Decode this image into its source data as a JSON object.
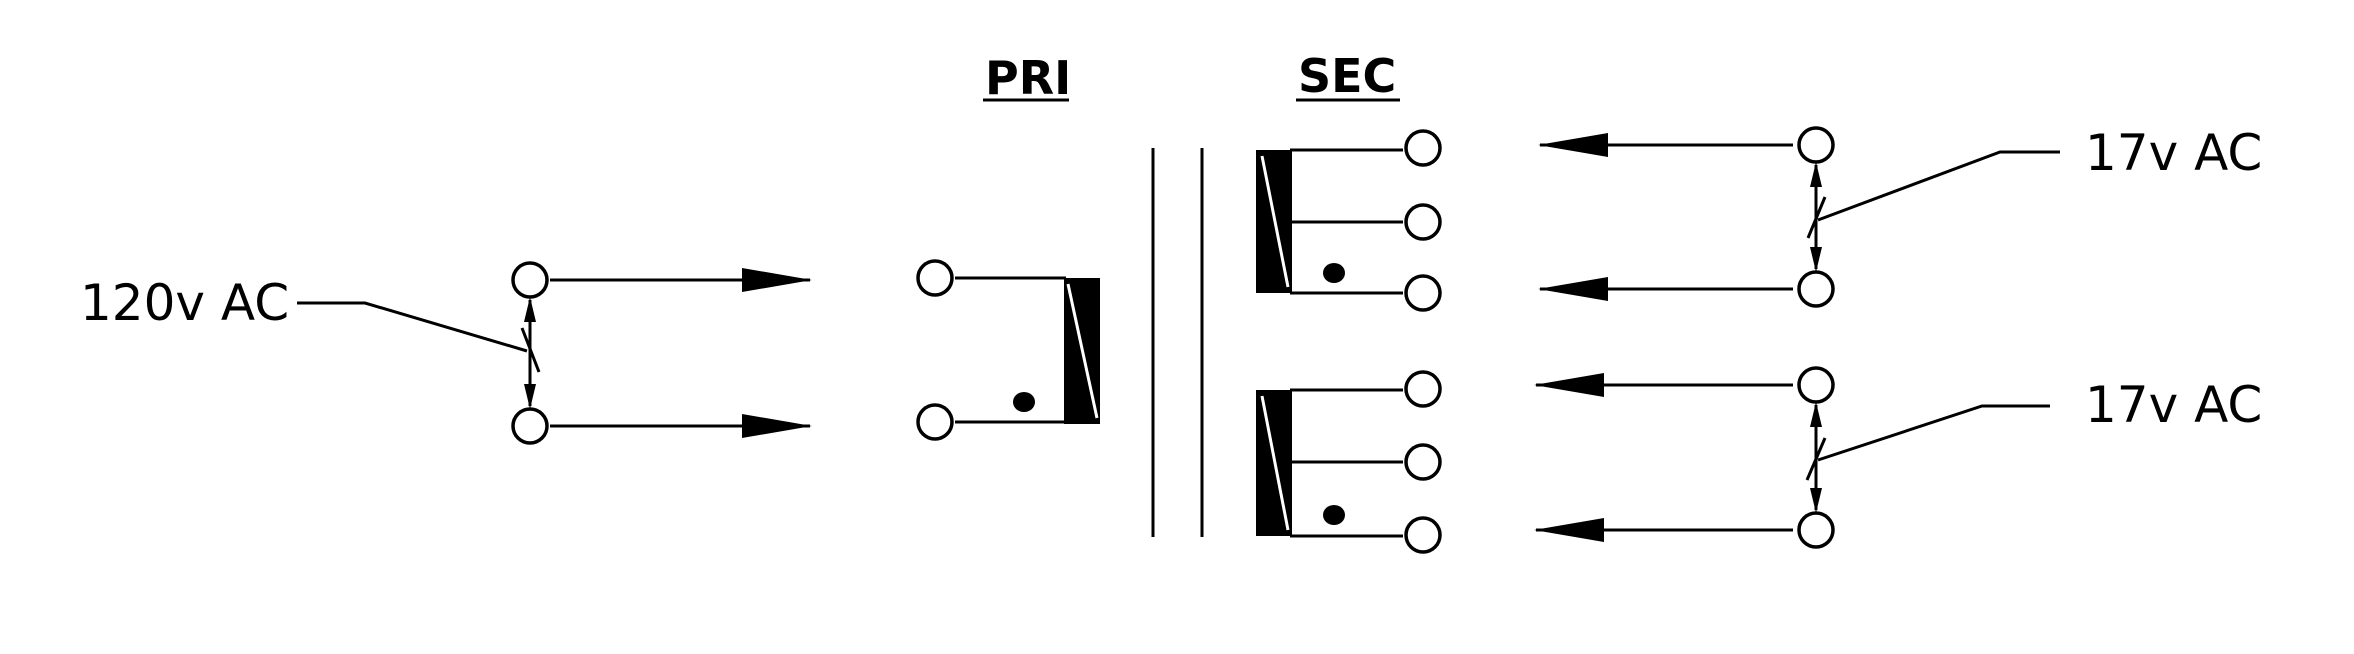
{
  "labels": {
    "input_voltage": "120v AC",
    "primary": "PRI",
    "secondary": "SEC",
    "output_voltage_1": "17v AC",
    "output_voltage_2": "17v AC"
  },
  "colors": {
    "ink": "#000000",
    "background": "#ffffff"
  }
}
